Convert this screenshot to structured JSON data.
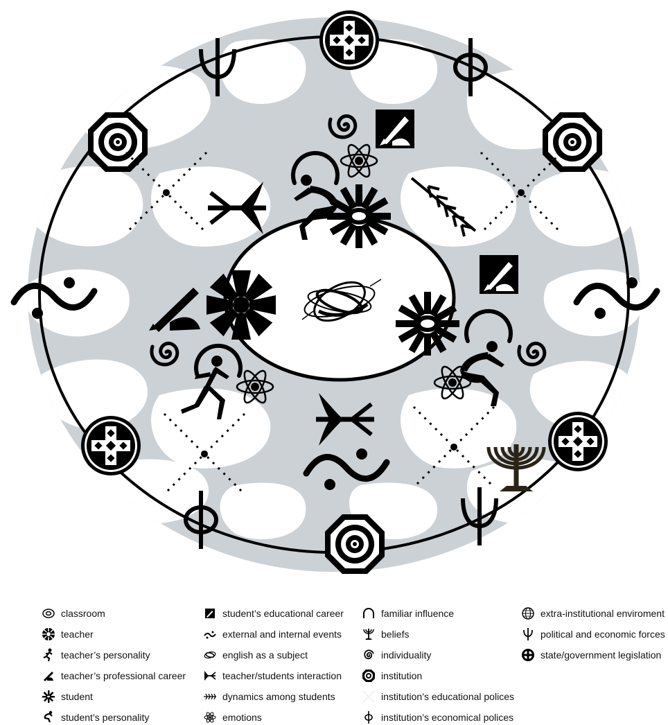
{
  "center_symbol": "english-as-subject-icon",
  "legend": [
    {
      "icon": "classroom-icon",
      "label": "classroom"
    },
    {
      "icon": "teacher-icon",
      "label": "teacher"
    },
    {
      "icon": "teacher-personality-icon",
      "label": "teacher’s personality"
    },
    {
      "icon": "teacher-professional-career-icon",
      "label": "teacher’s professional career"
    },
    {
      "icon": "student-icon",
      "label": "student"
    },
    {
      "icon": "student-personality-icon",
      "label": "student’s personality"
    },
    {
      "icon": "student-educational-career-icon",
      "label": "student’s educational career"
    },
    {
      "icon": "events-icon",
      "label": "external and internal events"
    },
    {
      "icon": "english-subject-icon",
      "label": "english as a subject"
    },
    {
      "icon": "interaction-icon",
      "label": "teacher/students interaction"
    },
    {
      "icon": "dynamics-icon",
      "label": "dynamics among students"
    },
    {
      "icon": "emotions-icon",
      "label": "emotions"
    },
    {
      "icon": "familiar-influence-icon",
      "label": "familiar influence"
    },
    {
      "icon": "beliefs-icon",
      "label": "beliefs"
    },
    {
      "icon": "individuality-icon",
      "label": "individuality"
    },
    {
      "icon": "institution-icon",
      "label": "institution"
    },
    {
      "icon": "educational-policies-icon",
      "label": "institution’s educational polices"
    },
    {
      "icon": "economical-policies-icon",
      "label": "institution’s economical polices"
    },
    {
      "icon": "extra-institutional-icon",
      "label": "extra-institutional enviroment"
    },
    {
      "icon": "political-forces-icon",
      "label": "political and economic forces"
    },
    {
      "icon": "legislation-icon",
      "label": "state/government legislation"
    }
  ]
}
